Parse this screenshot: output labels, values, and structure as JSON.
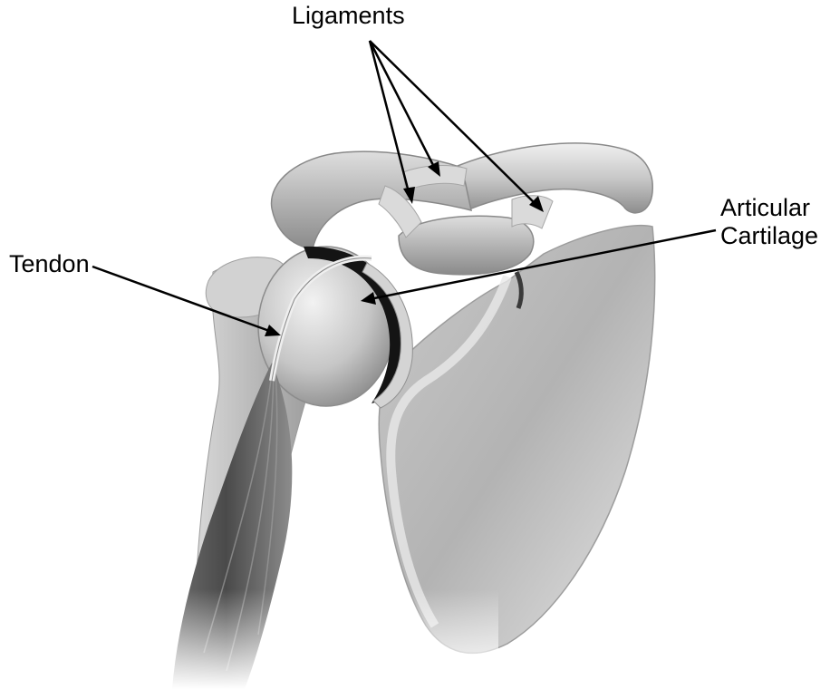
{
  "labels": {
    "ligaments": "Ligaments",
    "tendon": "Tendon",
    "articular_cartilage_line1": "Articular",
    "articular_cartilage_line2": "Cartilage"
  },
  "colors": {
    "background": "#ffffff",
    "bone_light": "#e6e6e6",
    "bone_mid": "#bdbdbd",
    "bone_dark": "#7a7a7a",
    "cartilage": "#111111",
    "arrow": "#000000"
  }
}
